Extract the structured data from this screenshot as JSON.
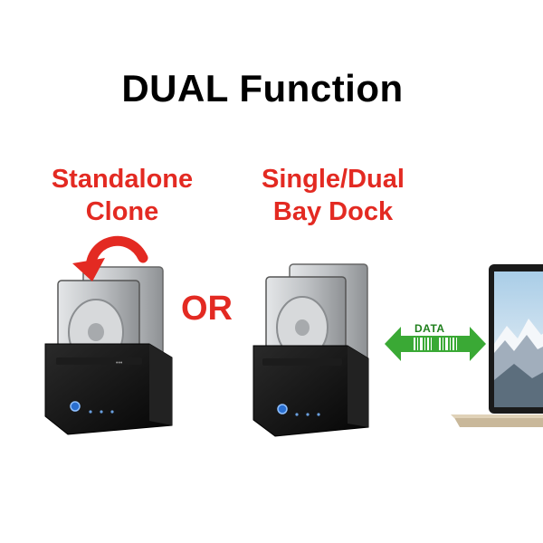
{
  "title": "DUAL Function",
  "left_label": {
    "line1": "Standalone",
    "line2": "Clone"
  },
  "right_label": {
    "line1": "Single/Dual",
    "line2": "Bay Dock"
  },
  "or_label": "OR",
  "data_arrow_label": "DATA",
  "colors": {
    "accent_red": "#e32a22",
    "arrow_green": "#3aa935",
    "dock_black": "#111111",
    "drive_silver": "#bfc2c5",
    "laptop_gold": "#c9b89a"
  }
}
